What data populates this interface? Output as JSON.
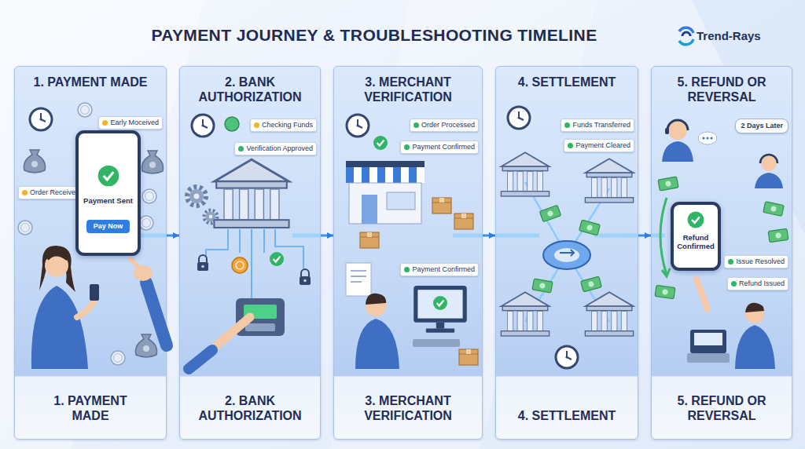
{
  "diagram": {
    "title": "PAYMENT JOURNEY & TROUBLESHOOTING TIMELINE",
    "nodes": [
      {
        "text": [
          "1. PAYMENT MADE",
          "1. PAYMENT MADE"
        ]
      },
      {
        "text": [
          "Early Moceived"
        ],
        "in": 0
      },
      {
        "text": [
          "Order Received"
        ],
        "in": 0
      },
      {
        "text": [
          "Payment Sent"
        ],
        "in": 0
      },
      {
        "text": [
          "Pay Now"
        ],
        "in": 3
      },
      {
        "text": [
          "2. BANK AUTHORIZATION",
          "2. BANK AUTHORIZATION"
        ]
      },
      {
        "text": [
          "Checking Funds"
        ],
        "in": 5
      },
      {
        "text": [
          "Verification Approved"
        ],
        "in": 5
      },
      {
        "text": [
          "3. MERCHANT VERIFICATION",
          "3. MERCHANT VERIFICATION"
        ]
      },
      {
        "text": [
          "Order Processed"
        ],
        "in": 8
      },
      {
        "text": [
          "Payment Confirmed"
        ],
        "in": 8
      },
      {
        "text": [
          "Payment Confirmed"
        ],
        "in": 8
      },
      {
        "text": [
          "4. SETTLEMENT",
          "4. SETTLEMENT"
        ]
      },
      {
        "text": [
          "Funds Transferred"
        ],
        "in": 12
      },
      {
        "text": [
          "Payment Cleared"
        ],
        "in": 12
      },
      {
        "text": [
          "5. REFUND OR REVERSAL",
          "5. REFUND OR REVERSAL"
        ]
      },
      {
        "text": [
          "2 Days Later"
        ],
        "in": 15
      },
      {
        "text": [
          "Refund Confirmed"
        ],
        "in": 15
      },
      {
        "text": [
          "Issue Resolved"
        ],
        "in": 15
      },
      {
        "text": [
          "Refund Issued"
        ],
        "in": 15
      }
    ],
    "edges": [
      {
        "from": 0,
        "to": 5,
        "arrow": "to"
      },
      {
        "from": 5,
        "to": 8,
        "arrow": "to"
      },
      {
        "from": 8,
        "to": 12,
        "arrow": "to"
      },
      {
        "from": 12,
        "to": 15,
        "arrow": "to"
      }
    ],
    "labels": [
      "Trend-Rays"
    ]
  }
}
